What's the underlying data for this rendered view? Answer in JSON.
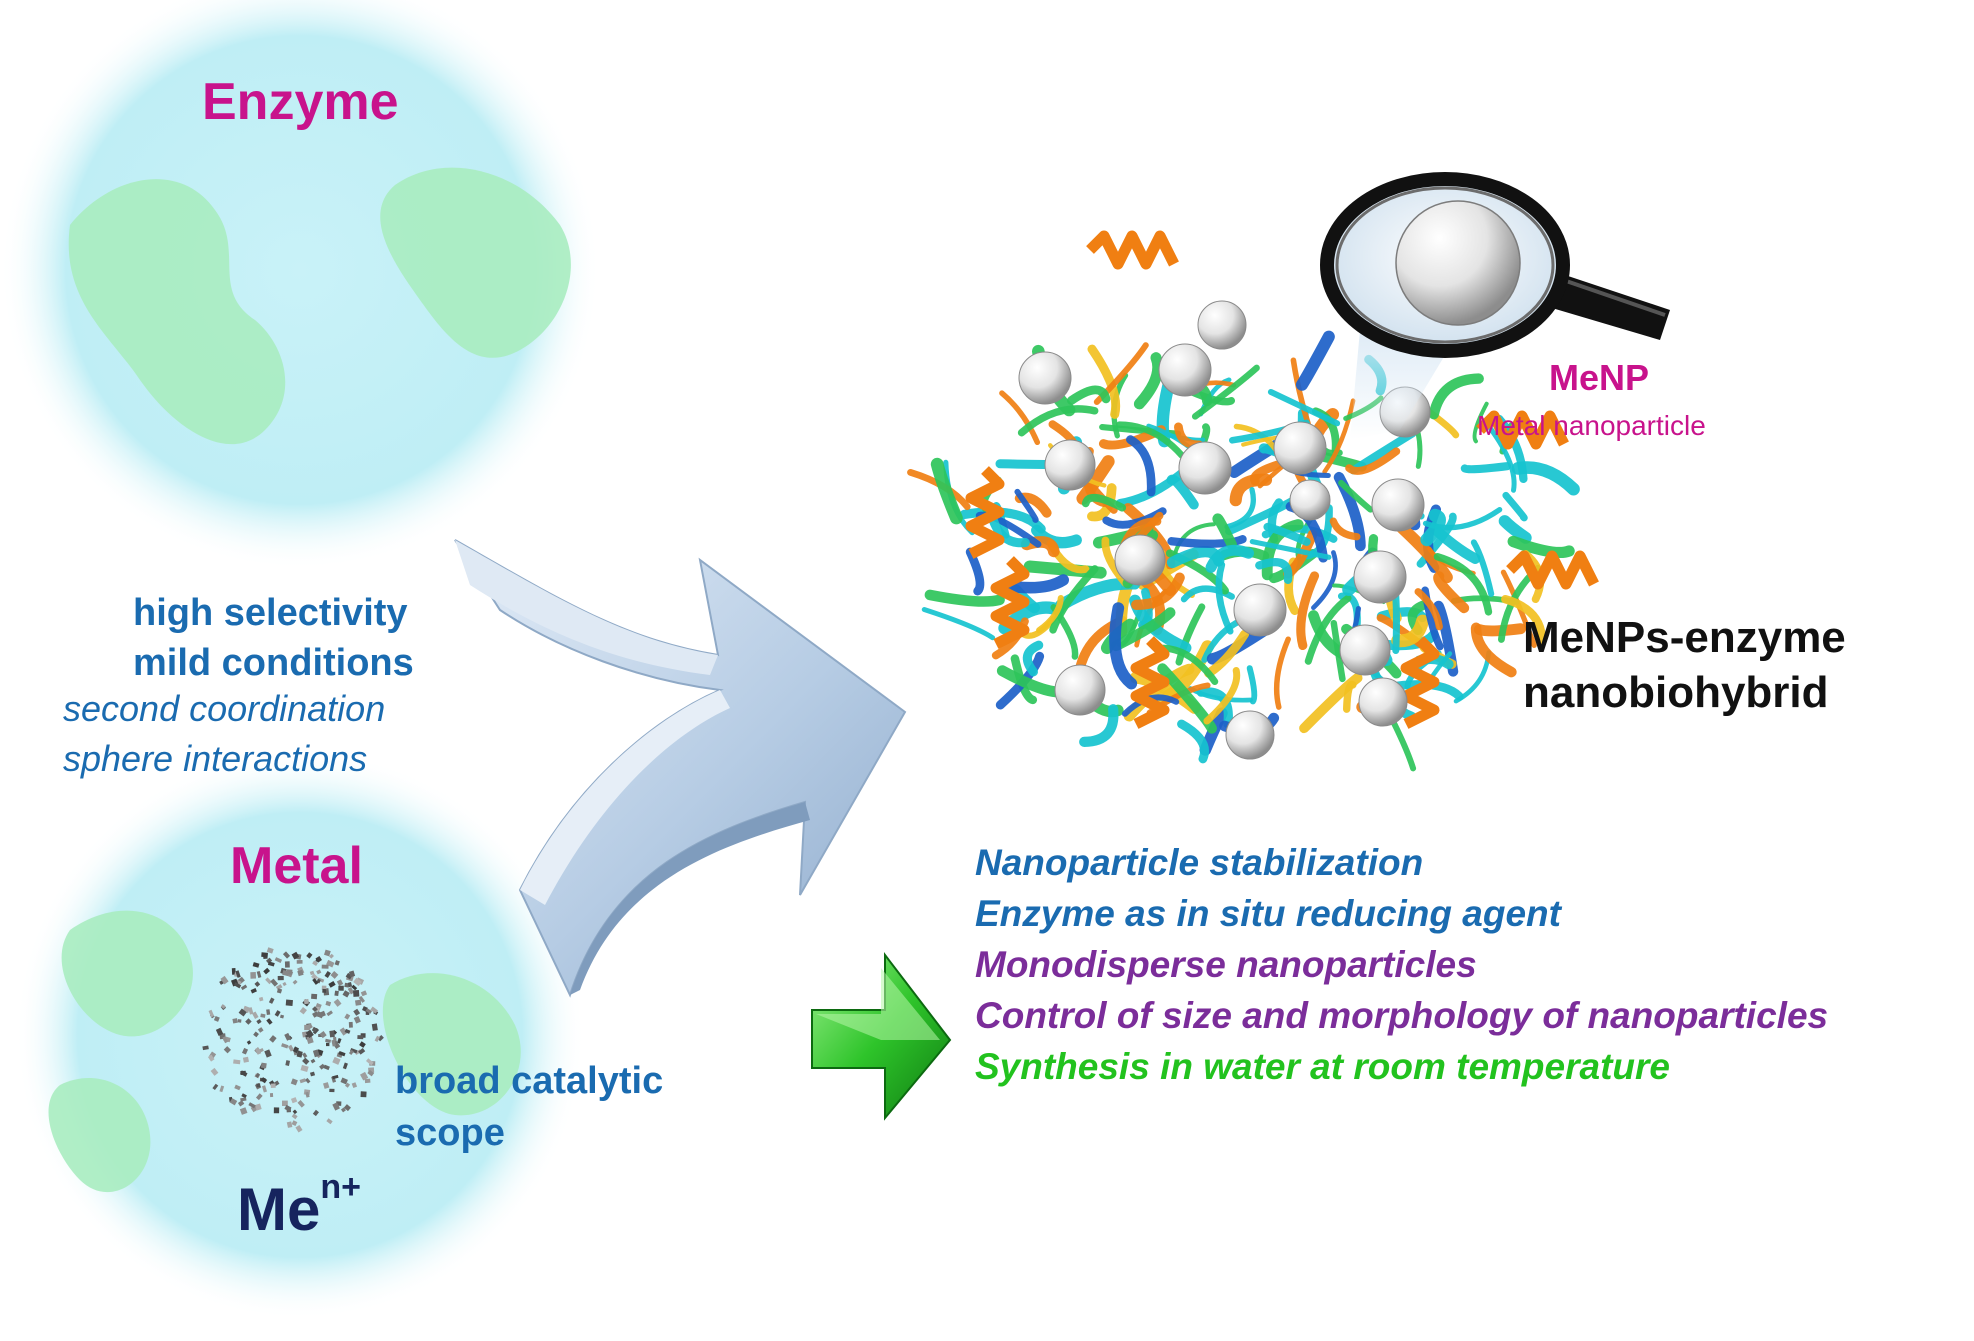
{
  "enzyme_globe": {
    "title": "Enzyme"
  },
  "metal_globe": {
    "title": "Metal",
    "ion_base": "Me",
    "ion_charge": "n+"
  },
  "enzyme_properties": {
    "line1": "high selectivity",
    "line2": "mild conditions",
    "line3": "second coordination",
    "line4": "sphere interactions"
  },
  "metal_properties": {
    "line1": "broad catalytic",
    "line2": "scope"
  },
  "magnifier": {
    "title": "MeNP",
    "subtitle": "Metal nanoparticle"
  },
  "hybrid_label": {
    "line1": "MeNPs-enzyme",
    "line2": "nanobiohybrid"
  },
  "advantages": [
    {
      "text": "Nanoparticle stabilization",
      "color": "#1a6bb0"
    },
    {
      "text": "Enzyme as in situ reducing agent",
      "color": "#1a6bb0"
    },
    {
      "text": "Monodisperse nanoparticles",
      "color": "#7b2d9a"
    },
    {
      "text": "Control of size and morphology of nanoparticles",
      "color": "#7b2d9a"
    },
    {
      "text": "Synthesis in water at room temperature",
      "color": "#22c21e"
    }
  ],
  "colors": {
    "globe_ocean": "#bfeef5",
    "globe_land": "#a9ecc0",
    "merge_arrow": "#b9cfe6",
    "green_arrow": "#2ec42a",
    "ribbon_orange": "#f07f12",
    "ribbon_cyan": "#16c3cf",
    "ribbon_blue": "#1c5fc8",
    "ribbon_green": "#2ec45a",
    "ribbon_yellow": "#f2c021"
  }
}
